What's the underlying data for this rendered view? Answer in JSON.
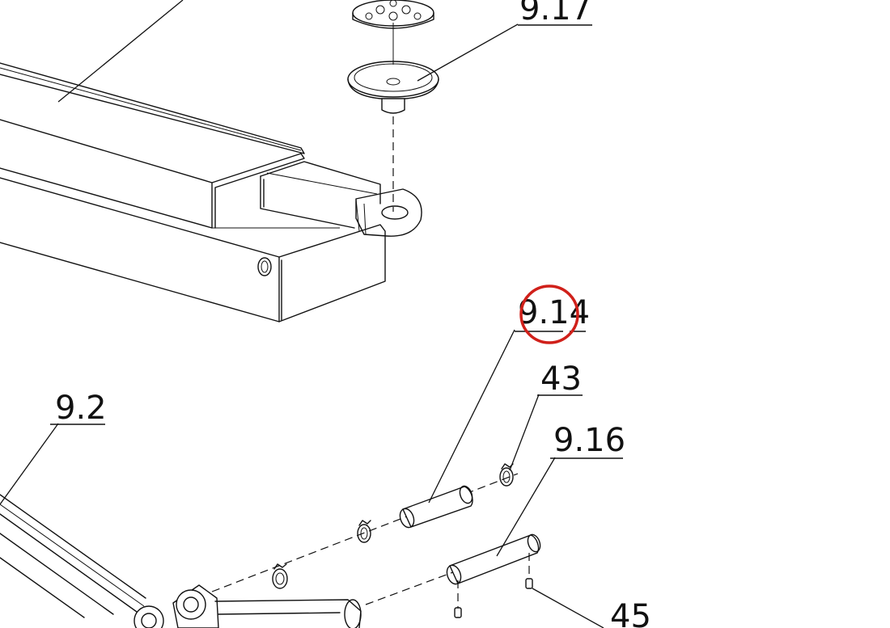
{
  "labels": {
    "part_9_17": "9.17",
    "part_9_14": "9.14",
    "part_43": "43",
    "part_9_16": "9.16",
    "part_9_2": "9.2",
    "part_45": "45"
  },
  "highlight": {
    "color": "#d0201a",
    "target": "9.14"
  },
  "colors": {
    "ink": "#111111",
    "paper": "#ffffff"
  }
}
